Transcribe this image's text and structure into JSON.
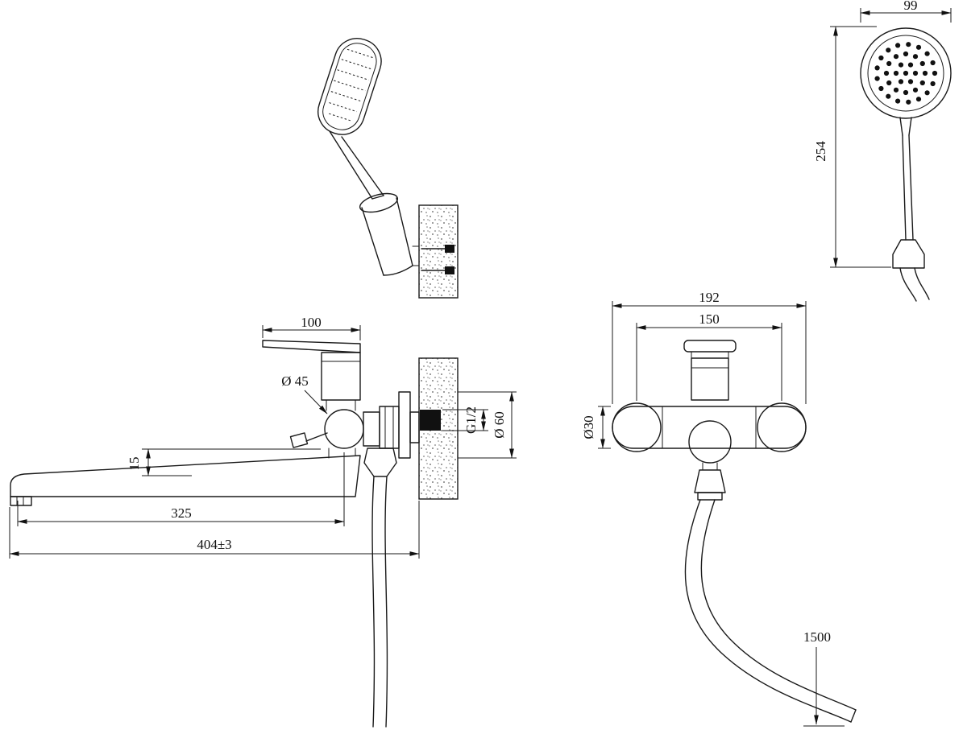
{
  "dims": {
    "head_diameter": "99",
    "shower_height": "254",
    "lever_length": "100",
    "body_diameter": "Ø 45",
    "spout_drop": "15",
    "spout_length": "325",
    "overall_length": "404±3",
    "thread": "G1/2",
    "wall_hole_diameter": "Ø 60",
    "overall_width": "192",
    "centers": "150",
    "tube_diameter": "Ø30",
    "hose_length": "1500"
  },
  "colors": {
    "line": "#1a1a1a",
    "background": "#ffffff"
  }
}
